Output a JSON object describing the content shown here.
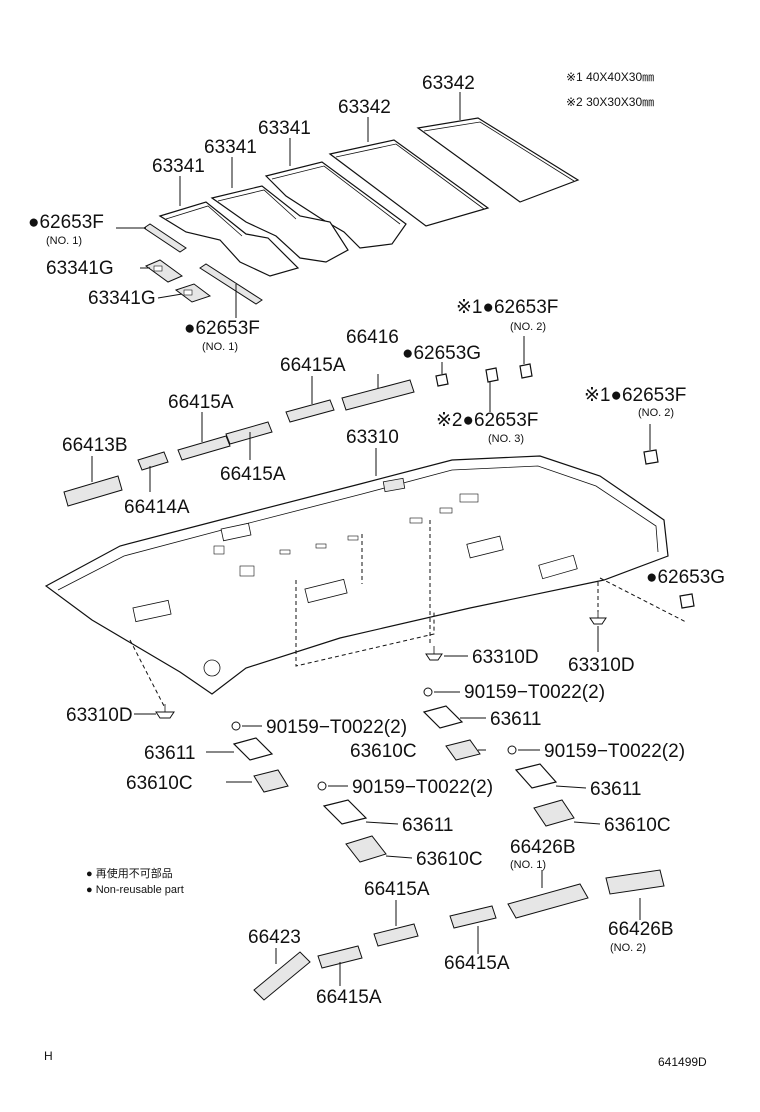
{
  "notes": {
    "note1": "※1  40X40X30㎜",
    "note2": "※2  30X30X30㎜"
  },
  "parts": {
    "p63342a": "63342",
    "p63342b": "63342",
    "p63341a": "63341",
    "p63341b": "63341",
    "p63341c": "63341",
    "p62653F_1": "●62653F",
    "p62653F_1_sub": "(NO. 1)",
    "p63341G_a": "63341G",
    "p63341G_b": "63341G",
    "p62653F_2": "●62653F",
    "p62653F_2_sub": "(NO. 1)",
    "p62653F_3": "※1●62653F",
    "p62653F_3_sub": "(NO. 2)",
    "p66416": "66416",
    "p62653G_a": "●62653G",
    "p66415A_a": "66415A",
    "p66415A_b": "66415A",
    "p62653F_4": "※2●62653F",
    "p62653F_4_sub": "(NO. 3)",
    "p62653F_5": "※1●62653F",
    "p62653F_5_sub": "(NO. 2)",
    "p66413B": "66413B",
    "p63310": "63310",
    "p66415A_c": "66415A",
    "p66414A": "66414A",
    "p62653G_b": "●62653G",
    "p63310D_a": "63310D",
    "p63310D_b": "63310D",
    "p63310D_c": "63310D",
    "p90159_a": "90159−T0022(2)",
    "p63611_a": "63611",
    "p90159_b": "90159−T0022(2)",
    "p63611_b": "63611",
    "p63610C_a": "63610C",
    "p90159_c": "90159−T0022(2)",
    "p63610C_b": "63610C",
    "p63611_c": "63611",
    "p90159_d": "90159−T0022(2)",
    "p63610C_c": "63610C",
    "p63611_d": "63611",
    "p63610C_d": "63610C",
    "p66426B_a": "66426B",
    "p66426B_a_sub": "(NO. 1)",
    "p66415A_d": "66415A",
    "p66423": "66423",
    "p66415A_e": "66415A",
    "p66426B_b": "66426B",
    "p66426B_b_sub": "(NO. 2)",
    "p66415A_f": "66415A"
  },
  "legend": {
    "jp": "● 再使用不可部品",
    "en": "● Non-reusable part"
  },
  "footer": {
    "left": "H",
    "right": "641499D"
  }
}
